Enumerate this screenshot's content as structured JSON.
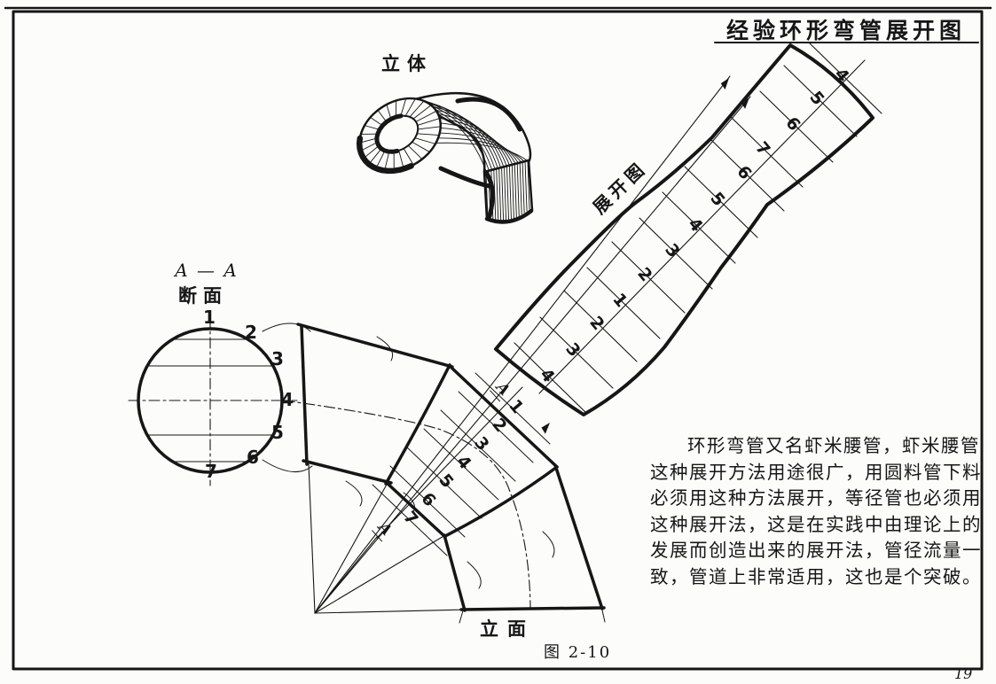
{
  "page": {
    "header_title": "经验环形弯管展开图",
    "figure_caption": "图 2-10",
    "page_number": "19"
  },
  "pictorial_view": {
    "label": "立体"
  },
  "section_view": {
    "section_mark": "A — A",
    "label": "断面",
    "points": [
      "1",
      "2",
      "3",
      "4",
      "5",
      "6",
      "7"
    ]
  },
  "development_view": {
    "label": "展开图",
    "seam_point_numbers": [
      "4",
      "5",
      "6",
      "7",
      "6",
      "5",
      "4",
      "3",
      "2",
      "1",
      "2",
      "3",
      "4"
    ]
  },
  "elevation_view": {
    "label": "立面",
    "section_line_end_labels": [
      "A",
      "A"
    ],
    "points": [
      "1",
      "2",
      "3",
      "4",
      "5",
      "6",
      "7"
    ]
  },
  "description": {
    "lines": [
      "环形弯管又名虾米腰管，虾米腰管",
      "这种展开方法用途很广，用圆料管下料",
      "必须用这种方法展开，等径管也必须用",
      "这种展开法，这是在实践中由理论上的",
      "发展而创造出来的展开法，管径流量一",
      "致，管道上非常适用，这也是个突破。"
    ]
  },
  "colors": {
    "ink": "#161616",
    "paper": "#fcfcfa"
  }
}
